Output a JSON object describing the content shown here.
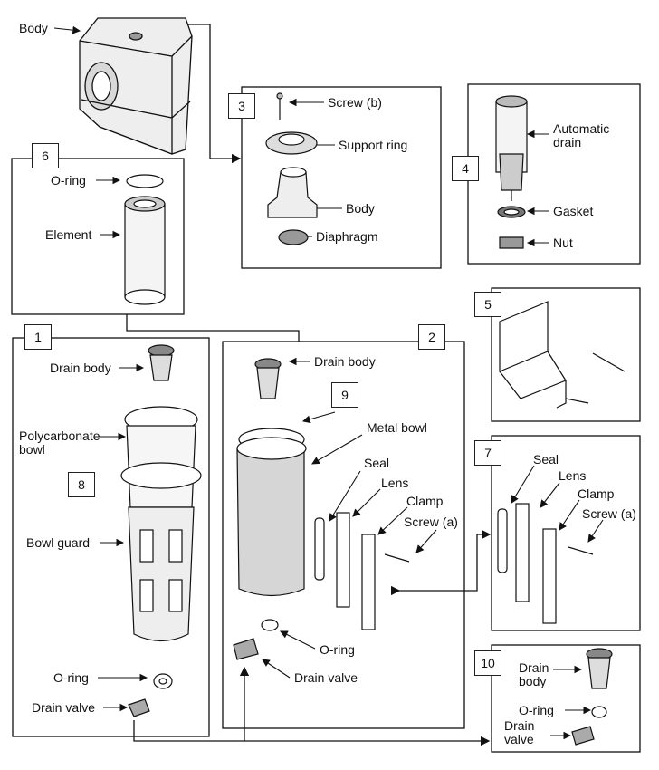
{
  "parts": {
    "body_top": "Body",
    "screw_b": "Screw (b)",
    "support_ring": "Support ring",
    "body_mid": "Body",
    "diaphragm": "Diaphragm",
    "automatic_drain": "Automatic\ndrain",
    "gasket": "Gasket",
    "nut": "Nut",
    "o_ring_6": "O-ring",
    "element": "Element",
    "drain_body_1": "Drain body",
    "polycarbonate_bowl": "Polycarbonate\nbowl",
    "bowl_guard": "Bowl guard",
    "o_ring_1": "O-ring",
    "drain_valve_1": "Drain valve",
    "drain_body_2": "Drain body",
    "metal_bowl": "Metal bowl",
    "seal_2": "Seal",
    "lens_2": "Lens",
    "clamp_2": "Clamp",
    "screw_a_2": "Screw (a)",
    "o_ring_2": "O-ring",
    "drain_valve_2": "Drain valve",
    "seal_7": "Seal",
    "lens_7": "Lens",
    "clamp_7": "Clamp",
    "screw_a_7": "Screw (a)",
    "drain_body_10": "Drain\nbody",
    "o_ring_10": "O-ring",
    "drain_valve_10": "Drain\nvalve"
  },
  "callouts": {
    "n1": "1",
    "n2": "2",
    "n3": "3",
    "n4": "4",
    "n5": "5",
    "n6": "6",
    "n7": "7",
    "n8": "8",
    "n9": "9",
    "n10": "10"
  }
}
